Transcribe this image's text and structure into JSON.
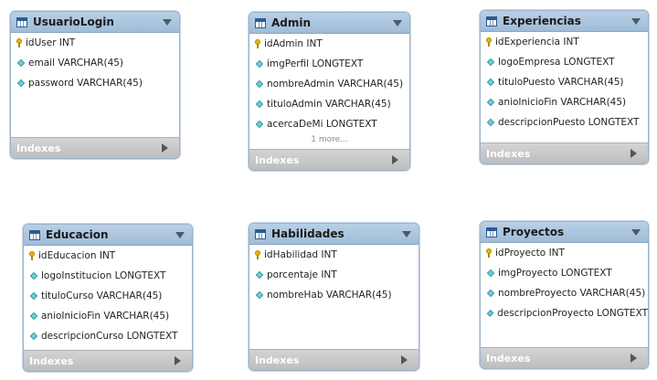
{
  "tables": [
    {
      "name": "UsuarioLogin",
      "columns": [
        {
          "text": "idUser INT",
          "key": true
        },
        {
          "text": "email VARCHAR(45)",
          "key": false
        },
        {
          "text": "password VARCHAR(45)",
          "key": false
        }
      ],
      "indexes_label": "Indexes"
    },
    {
      "name": "Admin",
      "columns": [
        {
          "text": "idAdmin INT",
          "key": true
        },
        {
          "text": "imgPerfil LONGTEXT",
          "key": false
        },
        {
          "text": "nombreAdmin VARCHAR(45)",
          "key": false
        },
        {
          "text": "tituloAdmin VARCHAR(45)",
          "key": false
        },
        {
          "text": "acercaDeMi LONGTEXT",
          "key": false
        }
      ],
      "more_text": "1 more...",
      "indexes_label": "Indexes"
    },
    {
      "name": "Experiencias",
      "columns": [
        {
          "text": "idExperiencia INT",
          "key": true
        },
        {
          "text": "logoEmpresa LONGTEXT",
          "key": false
        },
        {
          "text": "tituloPuesto VARCHAR(45)",
          "key": false
        },
        {
          "text": "anioInicioFin VARCHAR(45)",
          "key": false
        },
        {
          "text": "descripcionPuesto LONGTEXT",
          "key": false
        }
      ],
      "indexes_label": "Indexes"
    },
    {
      "name": "Educacion",
      "columns": [
        {
          "text": "idEducacion INT",
          "key": true
        },
        {
          "text": "logoInstitucion LONGTEXT",
          "key": false
        },
        {
          "text": "tituloCurso VARCHAR(45)",
          "key": false
        },
        {
          "text": "anioInicioFin VARCHAR(45)",
          "key": false
        },
        {
          "text": "descripcionCurso LONGTEXT",
          "key": false
        }
      ],
      "indexes_label": "Indexes"
    },
    {
      "name": "Habilidades",
      "columns": [
        {
          "text": "idHabilidad INT",
          "key": true
        },
        {
          "text": "porcentaje INT",
          "key": false
        },
        {
          "text": "nombreHab VARCHAR(45)",
          "key": false
        }
      ],
      "indexes_label": "Indexes"
    },
    {
      "name": "Proyectos",
      "columns": [
        {
          "text": "idProyecto INT",
          "key": true
        },
        {
          "text": "imgProyecto LONGTEXT",
          "key": false
        },
        {
          "text": "nombreProyecto VARCHAR(45)",
          "key": false
        },
        {
          "text": "descripcionProyecto LONGTEXT",
          "key": false
        }
      ],
      "indexes_label": "Indexes"
    }
  ]
}
